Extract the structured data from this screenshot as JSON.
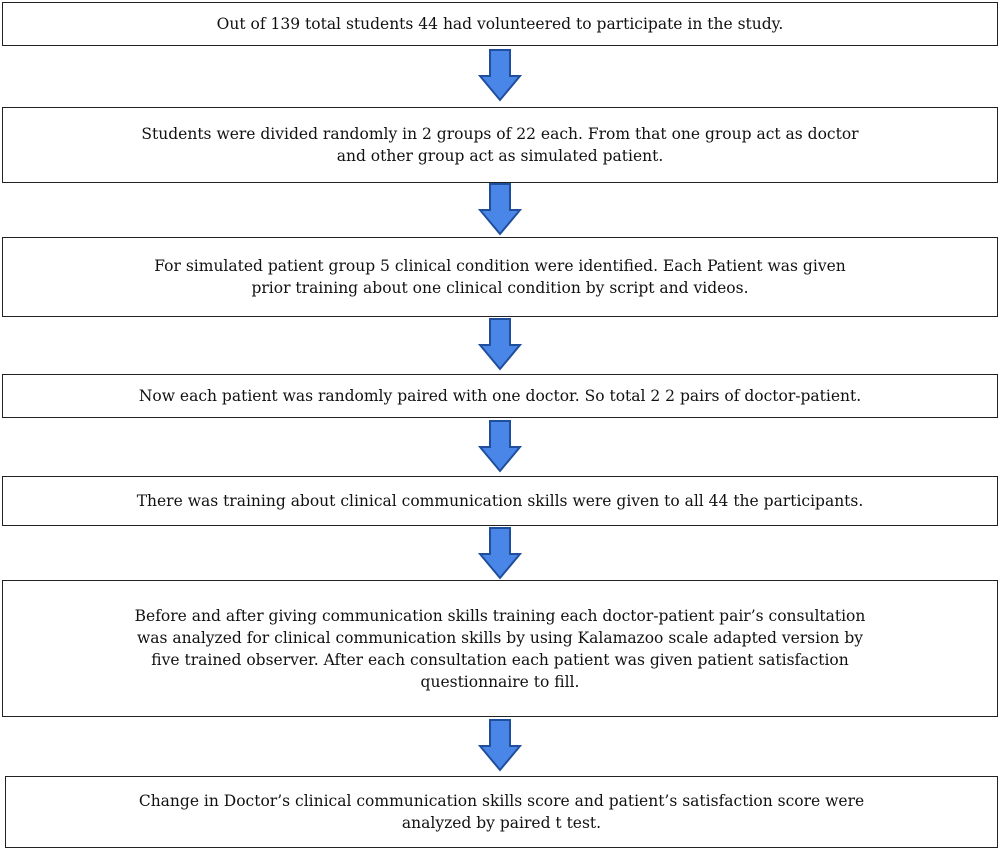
{
  "steps": [
    {
      "text": "Out of 139 total students 44 had volunteered to participate in the study."
    },
    {
      "text": "Students were divided randomly in 2 groups of 22 each. From that one group act as doctor and other group act as simulated patient."
    },
    {
      "text": "For simulated patient group 5 clinical condition were identified. Each Patient was given prior training about one clinical condition by script and videos."
    },
    {
      "text": "Now each patient was randomly paired with one doctor. So total 2 2 pairs of doctor-patient."
    },
    {
      "text": "There was training about clinical communication skills were given to all 44 the participants."
    },
    {
      "text": "Before and after giving communication skills training each doctor-patient pair’s consultation was analyzed for clinical communication skills by using Kalamazoo scale adapted version by five trained observer. After each consultation each patient was given patient satisfaction questionnaire to fill."
    },
    {
      "text": "Change in Doctor’s clinical communication skills score and patient’s satisfaction score were analyzed by paired t test."
    }
  ],
  "colors": {
    "arrow_fill": "#4a86e8",
    "arrow_stroke": "#1f4e9c",
    "border": "#222222"
  },
  "arrow_icon": "down-arrow-icon"
}
